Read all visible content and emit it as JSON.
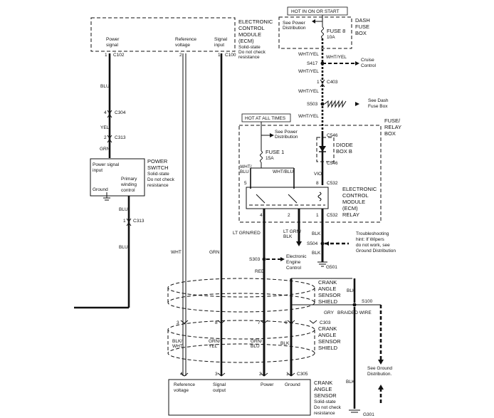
{
  "ecm": {
    "title_lines": [
      "ELECTRONIC",
      "CONTROL",
      "MODULE",
      "(ECM)"
    ],
    "note_lines": [
      "Solid-state",
      "Do not check",
      "resistance"
    ],
    "power_signal_lines": [
      "Power",
      "signal"
    ],
    "ref_voltage_lines": [
      "Reference",
      "voltage"
    ],
    "signal_input_lines": [
      "Signal",
      "input"
    ],
    "conn_c102": "C102",
    "conn_c100": "C100",
    "pin_1": "1",
    "pin_2": "2",
    "pin_1b": "1"
  },
  "hot_run_start": "HOT IN ON OR START",
  "dash_fuse_box": [
    "DASH",
    "FUSE",
    "BOX"
  ],
  "fuse8": {
    "label": "FUSE 8",
    "rating": "10A"
  },
  "see_power_distribution": [
    "See Power",
    "Distribution"
  ],
  "wires": {
    "wht_yel": "WHT/YEL",
    "blu": "BLU",
    "yel": "YEL",
    "grn": "GRN",
    "wht": "WHT",
    "vio": "VIO",
    "blk": "BLK",
    "wht_blu": "WHT/BLU",
    "wht_blu_split": [
      "WHT/",
      "BLU"
    ],
    "lt_grn_red": "LT GRN/RED",
    "lt_grn_blk": [
      "LT GRN/",
      "BLK"
    ],
    "red": "RED",
    "gry": "GRY",
    "blk_wht": [
      "BLK/",
      "WHT"
    ],
    "grn_yel": [
      "GRN/",
      "YEL"
    ],
    "grn_blu": [
      "GRN/",
      "BLU"
    ],
    "braided_wire": "BRAIDED WIRE"
  },
  "splices": {
    "s417": "S417",
    "c403": "C403",
    "s503": "S503",
    "c304": "C304",
    "c313": "C313",
    "c313b": "C313",
    "c546": "C546",
    "c546b": "C546",
    "c532": "C532",
    "c532b": "C532",
    "s504": "S504",
    "s303": "S303",
    "g501": "G501",
    "s100": "S100",
    "c303": "C303",
    "c305": "C305",
    "g301": "G301"
  },
  "pins": {
    "p4": "4",
    "p2": "2",
    "p1": "1",
    "p1b": "1",
    "p1c": "1",
    "p8": "8",
    "p5": "5",
    "p4b": "4",
    "p2b": "2",
    "p1d": "1",
    "p3": "3",
    "p8b": "8",
    "p7": "7",
    "p6": "6",
    "p4c": "4",
    "p3b": "3",
    "p2c": "2",
    "p1e": "1",
    "p2d": "2"
  },
  "cruise_control": [
    "Cruise",
    "Control"
  ],
  "see_dash_fuse_box": [
    "See Dash",
    "Fuse Box"
  ],
  "hot_at_all_times": "HOT AT ALL TIMES",
  "fuse_relay_box": [
    "FUSE/",
    "RELAY",
    "BOX"
  ],
  "fuse1": {
    "label": "FUSE 1",
    "rating": "15A"
  },
  "diode_box": [
    "DIODE",
    "BOX B"
  ],
  "ecm_relay": [
    "ELECTRONIC",
    "CONTROL",
    "MODULE",
    "(ECM)",
    "RELAY"
  ],
  "power_switch": {
    "title_lines": [
      "POWER",
      "SWITCH"
    ],
    "note_lines": [
      "Solid-state",
      "Do not check",
      "resistance"
    ],
    "power_signal_input": [
      "Power signal",
      "input"
    ],
    "primary_winding": [
      "Primary",
      "winding",
      "control"
    ],
    "ground": "Ground"
  },
  "troubleshooting": [
    "Troubleshooting",
    "hint: If Wipers",
    "do not work, see",
    "Ground Distribution"
  ],
  "electronic_engine_control": [
    "Electronic",
    "Engine",
    "Control"
  ],
  "crank_shield_1": [
    "CRANK",
    "ANGLE",
    "SENSOR",
    "SHIELD"
  ],
  "crank_shield_2": [
    "CRANK",
    "ANGLE",
    "SENSOR",
    "SHIELD"
  ],
  "see_ground_distribution": [
    "See Ground",
    "Distribution."
  ],
  "crank_sensor": {
    "title_lines": [
      "CRANK",
      "ANGLE",
      "SENSOR"
    ],
    "note_lines": [
      "Solid-state",
      "Do not check",
      "resistance"
    ],
    "ref_voltage": [
      "Reference",
      "voltage"
    ],
    "signal_output": [
      "Signal",
      "output"
    ],
    "power": "Power",
    "ground": "Ground"
  }
}
